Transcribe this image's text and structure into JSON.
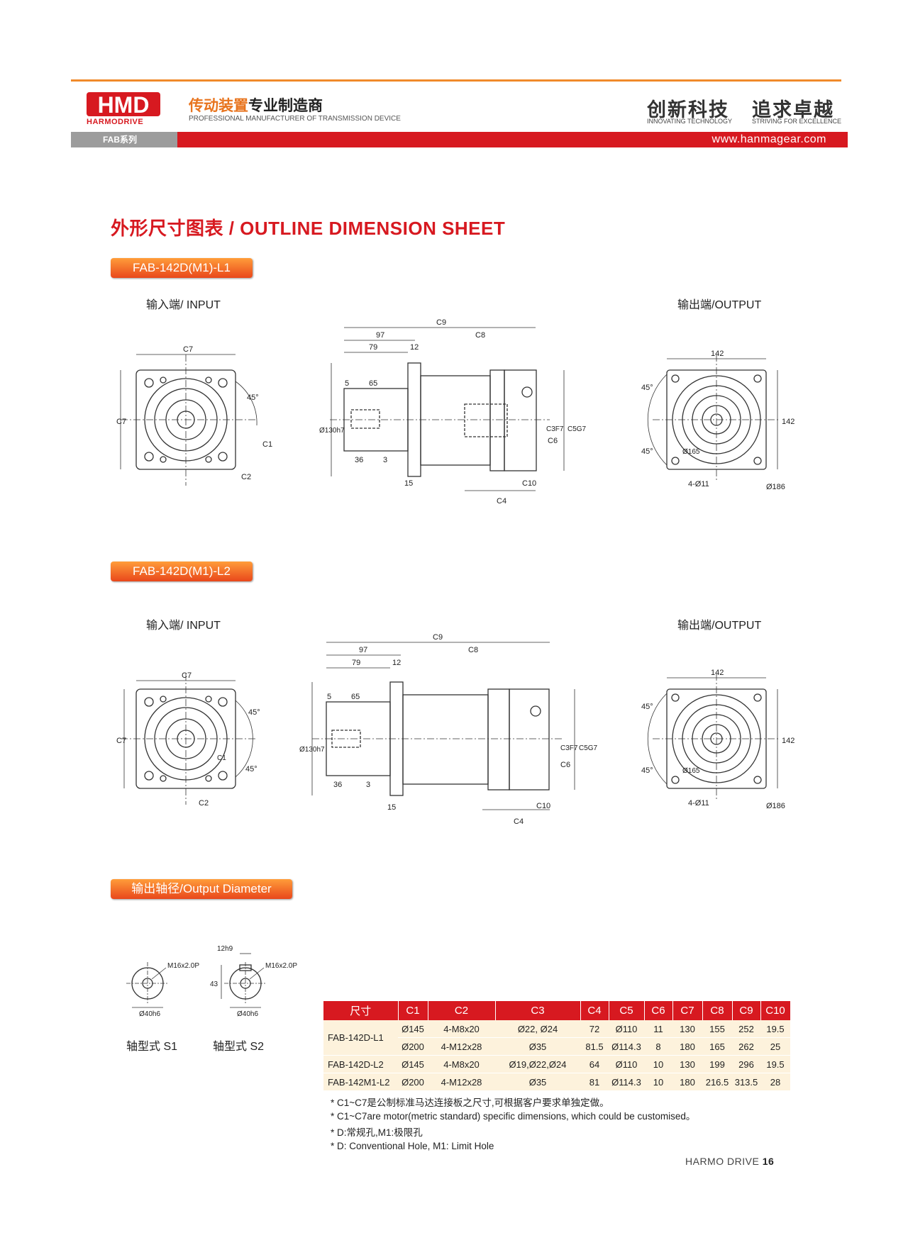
{
  "header": {
    "logo_text": "HMD",
    "logo_sub": "HARMODRIVE",
    "tag_cn_orange": "传动装置",
    "tag_cn_dark": "专业制造商",
    "tag_en": "PROFESSIONAL MANUFACTURER OF TRANSMISSION DEVICE",
    "motto1_cn": "创新科技",
    "motto1_en": "INNOVATING TECHNOLOGY",
    "motto2_cn": "追求卓越",
    "motto2_en": "STRIVING FOR EXCELLENCE",
    "series": "FAB系列",
    "website": "www.hanmagear.com"
  },
  "title": "外形尺寸图表 / OUTLINE DIMENSION SHEET",
  "sections": {
    "l1": "FAB-142D(M1)-L1",
    "l2": "FAB-142D(M1)-L2",
    "output_diameter": "输出轴径/Output Diameter"
  },
  "labels": {
    "input": "输入端/ INPUT",
    "output": "输出端/OUTPUT",
    "shaft_s1": "轴型式 S1",
    "shaft_s2": "轴型式 S2"
  },
  "drawing": {
    "c1": "C1",
    "c2": "C2",
    "c3": "C3F7",
    "c4": "C4",
    "c5": "C5G7",
    "c6": "C6",
    "c7": "C7",
    "c8": "C8",
    "c9": "C9",
    "c10": "C10",
    "d97": "97",
    "d79": "79",
    "d12": "12",
    "d5": "5",
    "d65": "65",
    "d36": "36",
    "d3": "3",
    "d15": "15",
    "bore": "Ø130h7",
    "angle": "45°",
    "sq142": "142",
    "pcd": "Ø165",
    "holes": "4-Ø11",
    "flange": "Ø186",
    "thread": "M16x2.0P",
    "shaft_d": "Ø40h6",
    "key_w": "12h9",
    "key_h": "43"
  },
  "table": {
    "headers": [
      "尺寸",
      "C1",
      "C2",
      "C3",
      "C4",
      "C5",
      "C6",
      "C7",
      "C8",
      "C9",
      "C10"
    ],
    "groups": [
      {
        "model": "FAB-142D-L1",
        "rows": [
          [
            "Ø145",
            "4-M8x20",
            "Ø22, Ø24",
            "72",
            "Ø110",
            "11",
            "130",
            "155",
            "252",
            "19.5"
          ],
          [
            "Ø200",
            "4-M12x28",
            "Ø35",
            "81.5",
            "Ø114.3",
            "8",
            "180",
            "165",
            "262",
            "25"
          ]
        ]
      },
      {
        "model": "FAB-142D-L2",
        "rows": [
          [
            "Ø145",
            "4-M8x20",
            "Ø19,Ø22,Ø24",
            "64",
            "Ø110",
            "10",
            "130",
            "199",
            "296",
            "19.5"
          ]
        ]
      },
      {
        "model": "FAB-142M1-L2",
        "rows": [
          [
            "Ø200",
            "4-M12x28",
            "Ø35",
            "81",
            "Ø114.3",
            "10",
            "180",
            "216.5",
            "313.5",
            "28"
          ]
        ]
      }
    ]
  },
  "notes": [
    "* C1~C7是公制标准马达连接板之尺寸,可根据客户要求单独定做。",
    "* C1~C7are motor(metric standard)  specific dimensions, which could be customised。",
    "* D:常规孔,M1:极限孔",
    "* D: Conventional Hole, M1: Limit Hole"
  ],
  "footer": {
    "brand": "HARMO DRIVE",
    "page": "16"
  }
}
